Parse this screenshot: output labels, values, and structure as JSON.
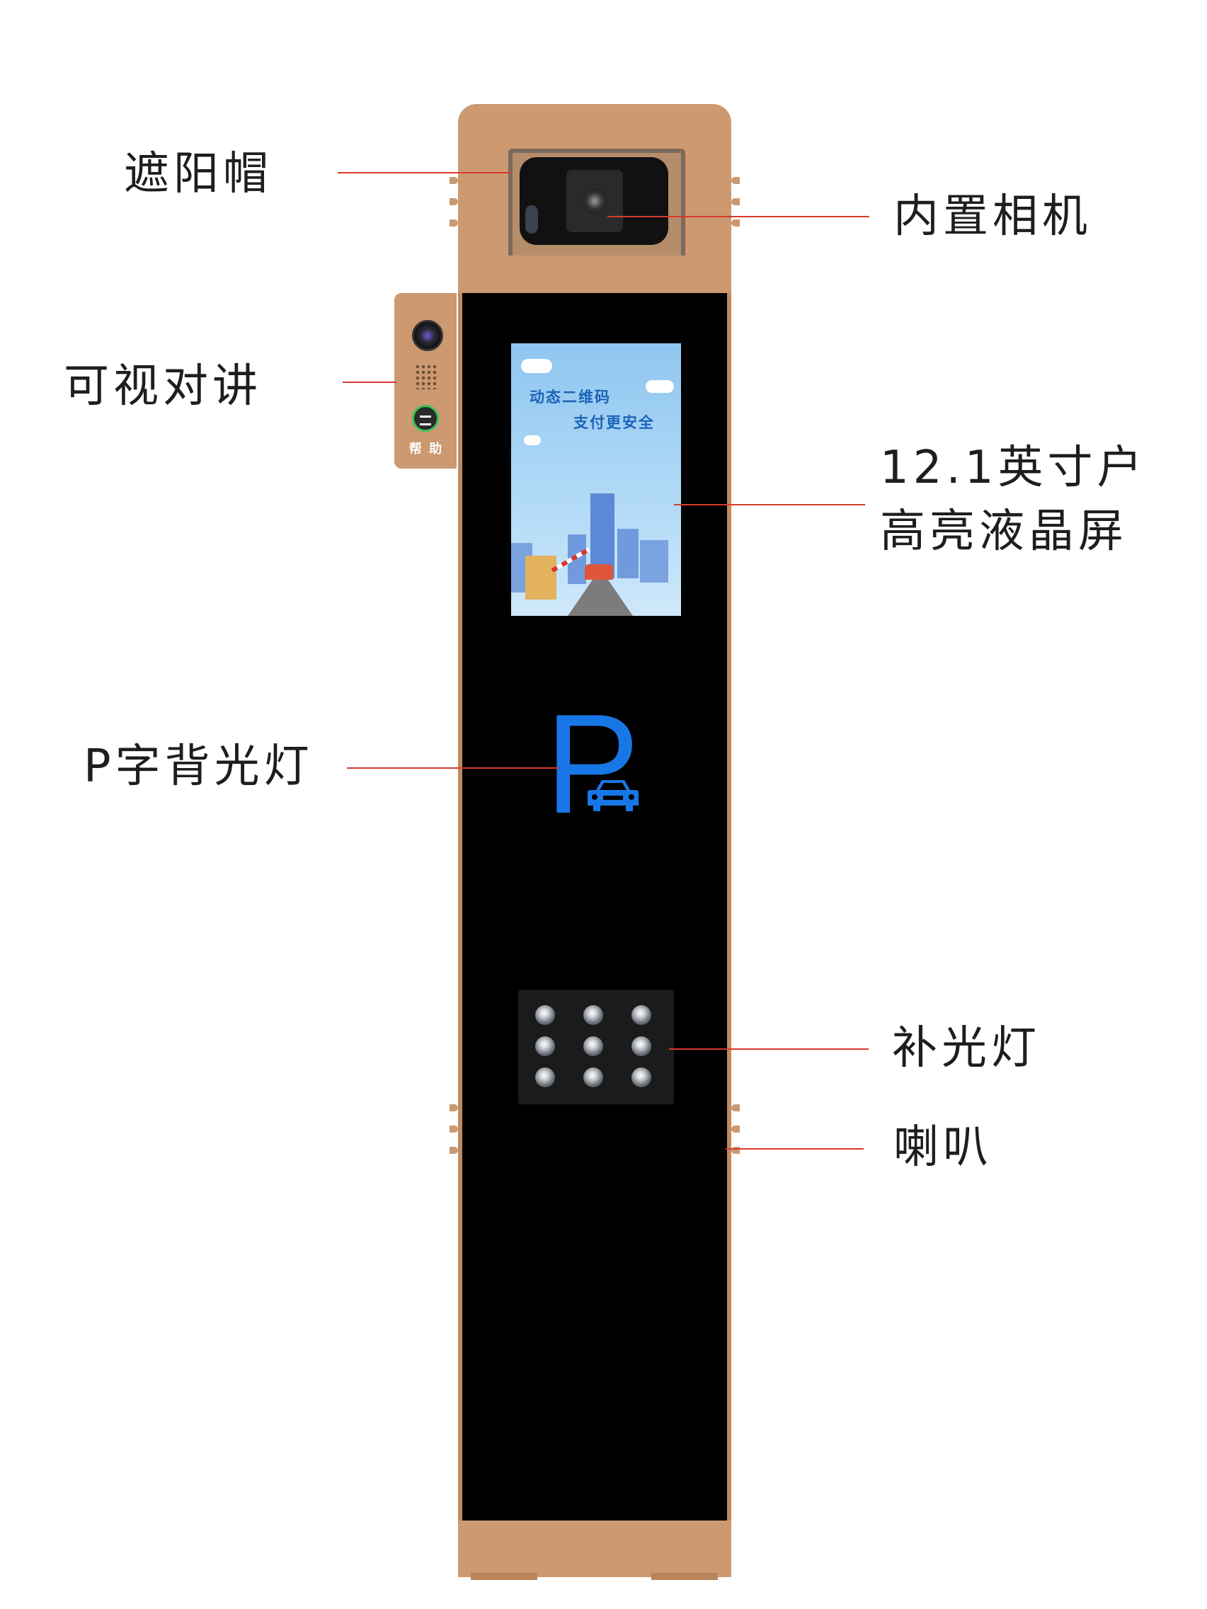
{
  "callouts": {
    "sunshade": "遮阳帽",
    "camera": "内置相机",
    "intercom": "可视对讲",
    "screen_line1": "12.1英寸户",
    "screen_line2": "高亮液晶屏",
    "p_backlight": "P字背光灯",
    "fill_light": "补光灯",
    "speaker": "喇叭"
  },
  "intercom_panel": {
    "help_label": "帮 助"
  },
  "lcd": {
    "line1": "动态二维码",
    "line2": "支付更安全"
  },
  "p_sign": {
    "letter": "P",
    "icon": "car-icon",
    "color": "#1877e6"
  },
  "colors": {
    "body": "#cc9970",
    "panel": "#000000",
    "leader": "#d63a2e"
  }
}
